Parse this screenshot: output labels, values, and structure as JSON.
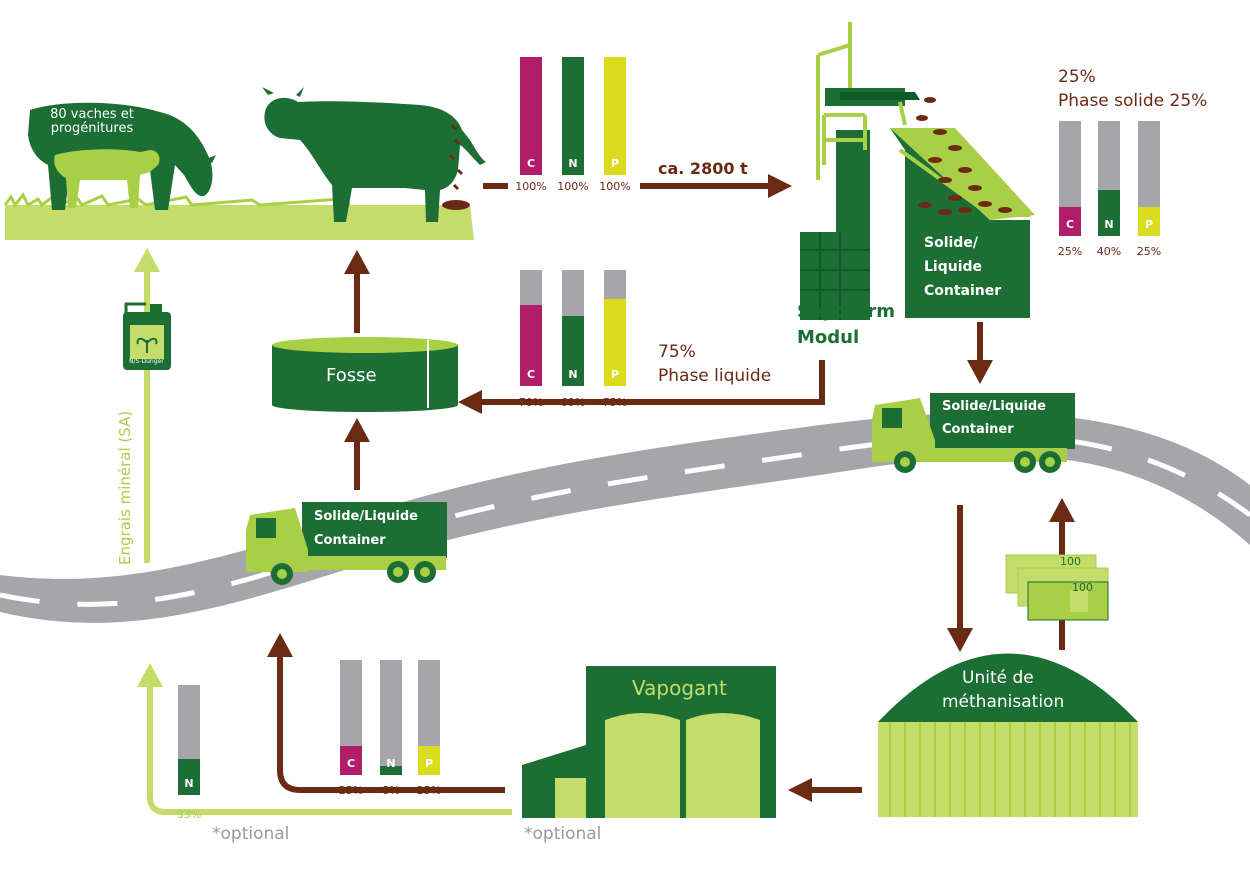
{
  "colors": {
    "dark_green": "#1c6e34",
    "light_green": "#a8cf45",
    "pale_green": "#c4dc6a",
    "brown": "#6b2a14",
    "gray": "#a5a5aa",
    "magenta": "#b01e6a",
    "yellow": "#dcdc1e"
  },
  "pasture": {
    "herd_label": "80 vaches et progénitures"
  },
  "fosse": {
    "label": "Fosse"
  },
  "flow": {
    "to_separator": "ca. 2800 t",
    "liquid_percent": "75%",
    "liquid_label": "Phase liquide",
    "solid_percent": "25%",
    "solid_label": "Phase solide 25%"
  },
  "separator": {
    "label_line1": "Sepofarm",
    "label_line2": "Modul"
  },
  "container_box": {
    "line1": "Solide/",
    "line2": "Liquide",
    "line3": "Container"
  },
  "trucks": {
    "right": {
      "line1": "Solide/Liquide",
      "line2": "Container"
    },
    "left": {
      "line1": "Solide/Liquide",
      "line2": "Container"
    }
  },
  "fertilizer": {
    "bottle_label": "N/S-Dünger",
    "axis_label": "Engrais minéral (SA)"
  },
  "methanisation": {
    "line1": "Unité de",
    "line2": "méthanisation"
  },
  "vapogant": {
    "label": "Vapogant"
  },
  "money": {
    "note_value": "100"
  },
  "optional_labels": {
    "left": "*optional",
    "right": "*optional"
  },
  "bar_groups": {
    "manure": {
      "bars": [
        {
          "letter": "C",
          "fraction": 1.0,
          "label": "100%",
          "color": "#b01e6a"
        },
        {
          "letter": "N",
          "fraction": 1.0,
          "label": "100%",
          "color": "#1c6e34"
        },
        {
          "letter": "P",
          "fraction": 1.0,
          "label": "100%",
          "color": "#dcdc1e"
        }
      ]
    },
    "liquid": {
      "bars": [
        {
          "letter": "C",
          "fraction": 0.7,
          "label": "70%",
          "color": "#b01e6a"
        },
        {
          "letter": "N",
          "fraction": 0.6,
          "label": "60%",
          "color": "#1c6e34"
        },
        {
          "letter": "P",
          "fraction": 0.75,
          "label": "75%",
          "color": "#dcdc1e"
        }
      ]
    },
    "solid": {
      "bars": [
        {
          "letter": "C",
          "fraction": 0.25,
          "label": "25%",
          "color": "#b01e6a"
        },
        {
          "letter": "N",
          "fraction": 0.4,
          "label": "40%",
          "color": "#1c6e34"
        },
        {
          "letter": "P",
          "fraction": 0.25,
          "label": "25%",
          "color": "#dcdc1e"
        }
      ]
    },
    "vapogant_out": {
      "bars": [
        {
          "letter": "C",
          "fraction": 0.25,
          "label": "25%",
          "color": "#b01e6a"
        },
        {
          "letter": "N",
          "fraction": 0.08,
          "label": "8%",
          "color": "#1c6e34"
        },
        {
          "letter": "P",
          "fraction": 0.25,
          "label": "25%",
          "color": "#dcdc1e"
        }
      ]
    },
    "fertilizer_n": {
      "bars": [
        {
          "letter": "N",
          "fraction": 0.33,
          "label": "33%",
          "color": "#1c6e34"
        }
      ]
    }
  }
}
